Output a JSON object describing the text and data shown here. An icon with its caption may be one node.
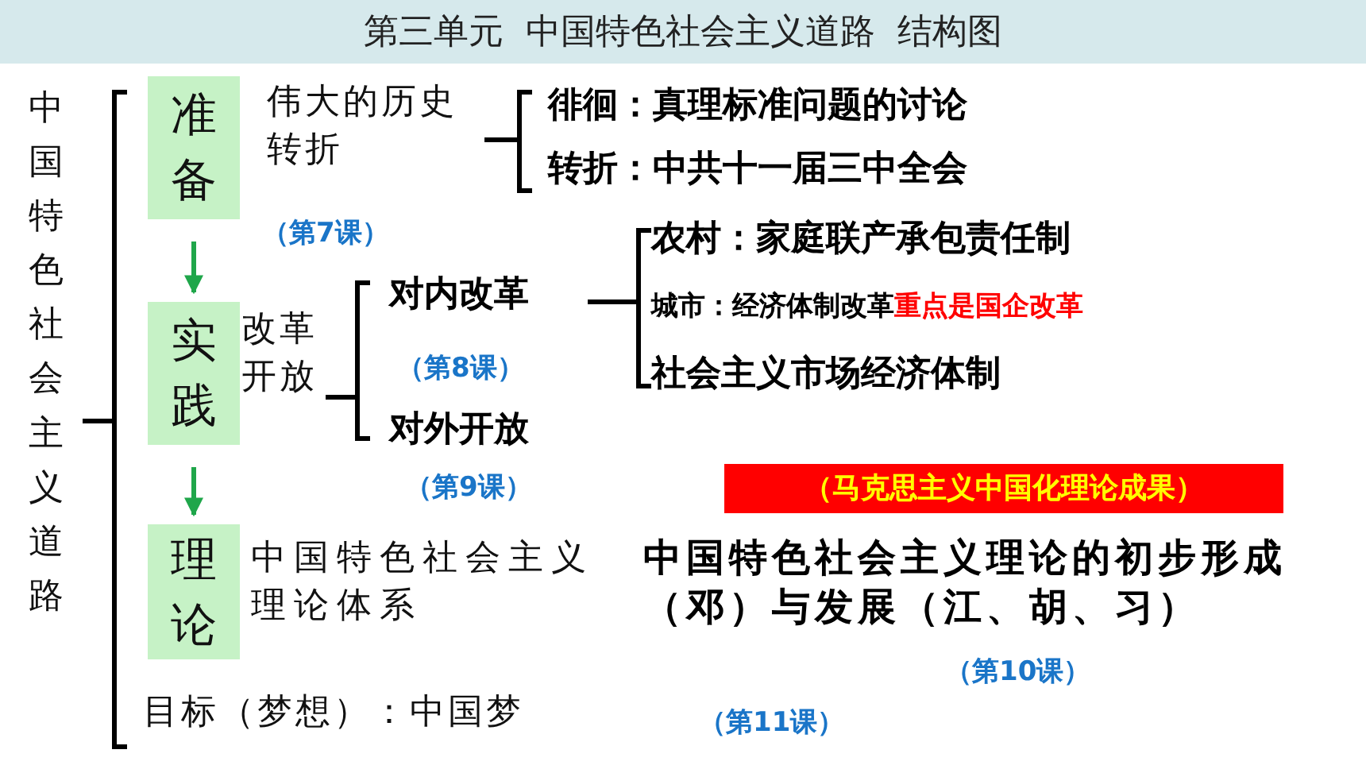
{
  "diagram": {
    "title": "第三单元  中国特色社会主义道路  结构图",
    "nodes": [
      {
        "text": [
          "准备"
        ]
      },
      {
        "text": [
          "实践"
        ]
      },
      {
        "text": [
          "理论"
        ]
      },
      {
        "text": [
          "（马克思主义中国化理论成果）"
        ]
      }
    ],
    "edges": [
      {
        "from": 0,
        "to": 1,
        "arrow": "to"
      },
      {
        "from": 1,
        "to": 2,
        "arrow": "to"
      }
    ],
    "labels": [
      "中国特色社会主义道路",
      "伟大的历史转折",
      "徘徊：真理标准问题的讨论",
      "转折：中共十一届三中全会",
      "（第7课）",
      "农村：家庭联产承包责任制",
      "改革开放",
      "对内改革",
      "城市：经济体制改革",
      "重点是国企改革",
      "（第8课）",
      "社会主义市场经济体制",
      "对外开放",
      "（第9课）",
      "中国特色社会主义理论体系",
      "中国特色社会主义理论的初步形成（邓）与发展（江、胡、习）",
      "（第10课）",
      "目标（梦想）：中国梦",
      "（第11课）"
    ]
  }
}
